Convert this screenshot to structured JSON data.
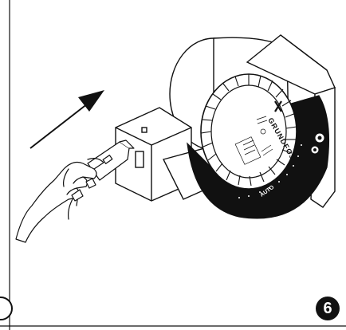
{
  "step": {
    "number": "6"
  },
  "pump": {
    "brand": "GRUNDFOS",
    "panel_label": "AUTO"
  }
}
